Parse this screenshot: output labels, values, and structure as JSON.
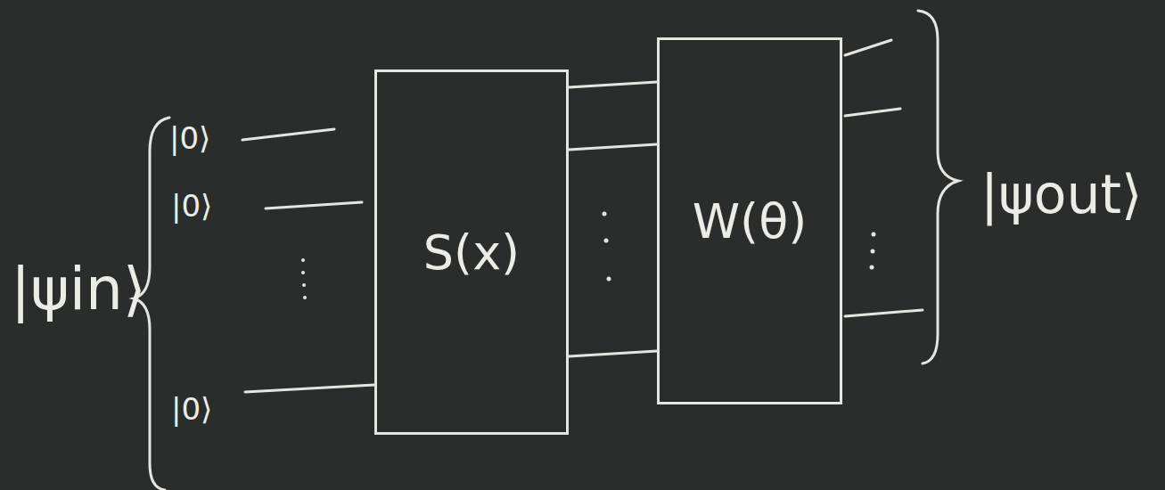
{
  "diagram": {
    "nodes": [
      {
        "text": [
          "S(x)"
        ]
      },
      {
        "text": [
          "W(θ)"
        ]
      }
    ],
    "edges": [
      {
        "from": 0,
        "to": 1,
        "arrow": "none"
      },
      {
        "from": 0,
        "to": 1,
        "arrow": "none"
      },
      {
        "from": 0,
        "to": 1,
        "arrow": "none"
      }
    ],
    "labels": [
      "|ψin⟩",
      "|0⟩",
      "|0⟩",
      "|0⟩",
      "|ψout⟩"
    ]
  }
}
